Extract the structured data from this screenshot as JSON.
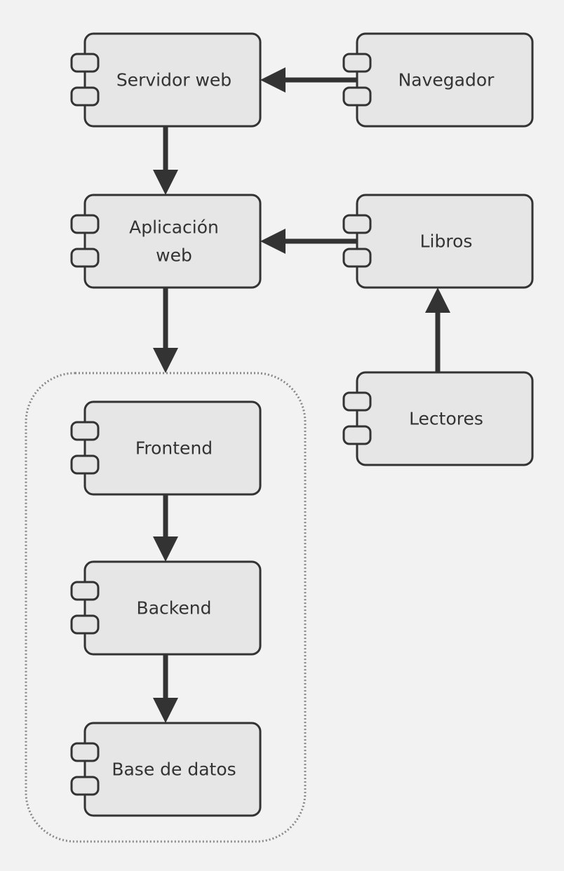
{
  "diagram": {
    "components": [
      {
        "id": "servidor-web",
        "lines": [
          "Servidor web"
        ]
      },
      {
        "id": "navegador",
        "lines": [
          "Navegador"
        ]
      },
      {
        "id": "aplicacion-web",
        "lines": [
          "Aplicación",
          "web"
        ]
      },
      {
        "id": "libros",
        "lines": [
          "Libros"
        ]
      },
      {
        "id": "lectores",
        "lines": [
          "Lectores"
        ]
      },
      {
        "id": "frontend",
        "lines": [
          "Frontend"
        ]
      },
      {
        "id": "backend",
        "lines": [
          "Backend"
        ]
      },
      {
        "id": "base-de-datos",
        "lines": [
          "Base de datos"
        ]
      }
    ],
    "edges": [
      {
        "from": "navegador",
        "to": "servidor-web"
      },
      {
        "from": "servidor-web",
        "to": "aplicacion-web"
      },
      {
        "from": "libros",
        "to": "aplicacion-web"
      },
      {
        "from": "lectores",
        "to": "libros"
      },
      {
        "from": "aplicacion-web",
        "to": "group"
      },
      {
        "from": "frontend",
        "to": "backend"
      },
      {
        "from": "backend",
        "to": "base-de-datos"
      }
    ],
    "colors": {
      "background": "#f2f2f2",
      "node_fill": "#e6e6e6",
      "node_stroke": "#333333",
      "edge": "#333333",
      "group_stroke": "#888888",
      "text": "#333333"
    }
  }
}
